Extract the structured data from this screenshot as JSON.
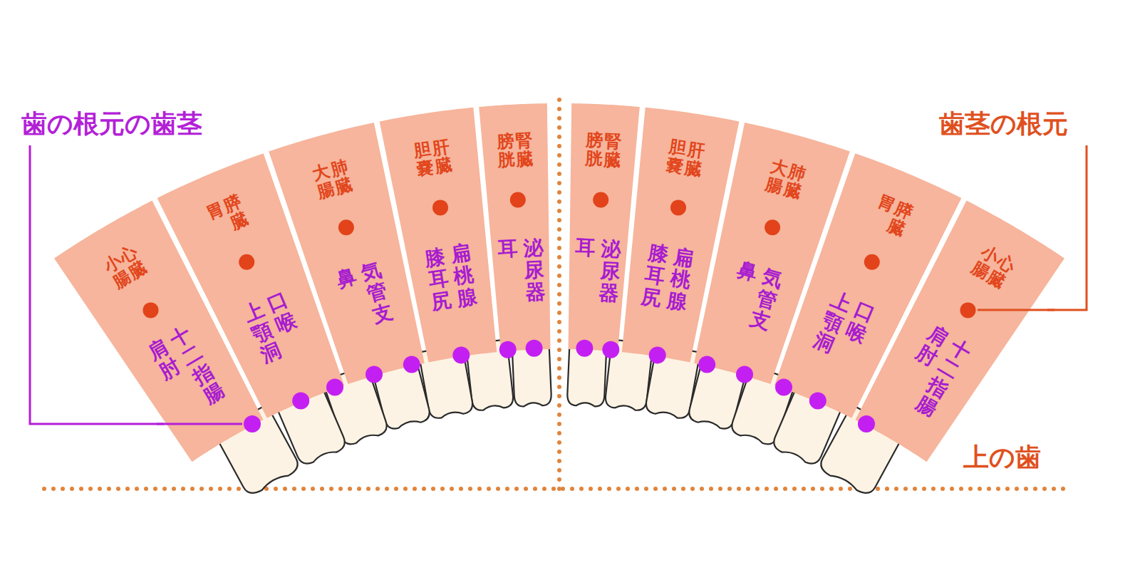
{
  "diagram": {
    "nodes": [
      {
        "text": [
          "心臓",
          "小腸",
          "十二指腸",
          "肩肘"
        ]
      },
      {
        "text": [
          "膵臓",
          "胃",
          "口喉",
          "上顎洞"
        ]
      },
      {
        "text": [
          "肺臓",
          "大腸",
          "気管支",
          "鼻"
        ]
      },
      {
        "text": [
          "肝臓",
          "胆嚢",
          "扁桃腺",
          "膝耳尻"
        ]
      },
      {
        "text": [
          "腎臓",
          "膀胱",
          "泌尿器",
          "耳"
        ]
      },
      {
        "text": [
          "腎臓",
          "膀胱",
          "泌尿器",
          "耳"
        ]
      },
      {
        "text": [
          "肝臓",
          "胆嚢",
          "扁桃腺",
          "膝耳尻"
        ]
      },
      {
        "text": [
          "肺臓",
          "大腸",
          "気管支",
          "鼻"
        ]
      },
      {
        "text": [
          "膵臓",
          "胃",
          "口喉",
          "上顎洞"
        ]
      },
      {
        "text": [
          "心臓",
          "小腸",
          "十二指腸",
          "肩肘"
        ]
      }
    ],
    "labels": [
      "歯の根元の歯茎",
      "歯茎の根元",
      "上の歯"
    ]
  }
}
